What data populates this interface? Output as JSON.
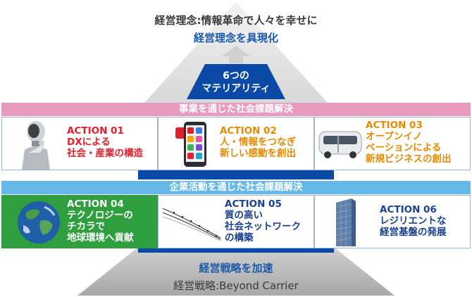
{
  "philosophy": "経営理念:情報革命で人々を幸せに",
  "realize_philosophy": "経営理念を具現化",
  "materiality": [
    "6つの",
    "マテリアリティ"
  ],
  "band_business": "事業を通じた社会課題解決",
  "band_corporate": "企業活動を通じた社会課題解決",
  "actions": [
    {
      "id": "ACTION 01",
      "lines": [
        "DXによる",
        "社会・産業の構造"
      ]
    },
    {
      "id": "ACTION 02",
      "lines": [
        "人・情報をつなぎ",
        "新しい感動を創出"
      ]
    },
    {
      "id": "ACTION 03",
      "lines": [
        "オープンイノ",
        "ベーションによる",
        "新規ビジネスの創出"
      ]
    },
    {
      "id": "ACTION 04",
      "lines": [
        "テクノロジーの",
        "チカラで",
        "地球環境へ貢献"
      ]
    },
    {
      "id": "ACTION 05",
      "lines": [
        "質の高い",
        "社会ネットワーク",
        "の構築"
      ]
    },
    {
      "id": "ACTION 06",
      "lines": [
        "レジリエントな",
        "経営基盤の発展"
      ]
    }
  ],
  "strategy": "経営戦略を加速",
  "strategy_sub": "経営戦略:Beyond Carrier",
  "colors": {
    "pink_band": "#e89bbf",
    "blue_band": "#66b8e8",
    "navy": "#0a4aa6",
    "red": "#e0202a",
    "orange": "#e88a00",
    "dark_blue": "#1a3f8f",
    "green": "#2e9e3f"
  },
  "icons": [
    "robot-thinker-image",
    "smartphone-apps-image",
    "autonomous-bus-image",
    "earth-globe-image",
    "power-lines-image",
    "skyscraper-image"
  ]
}
